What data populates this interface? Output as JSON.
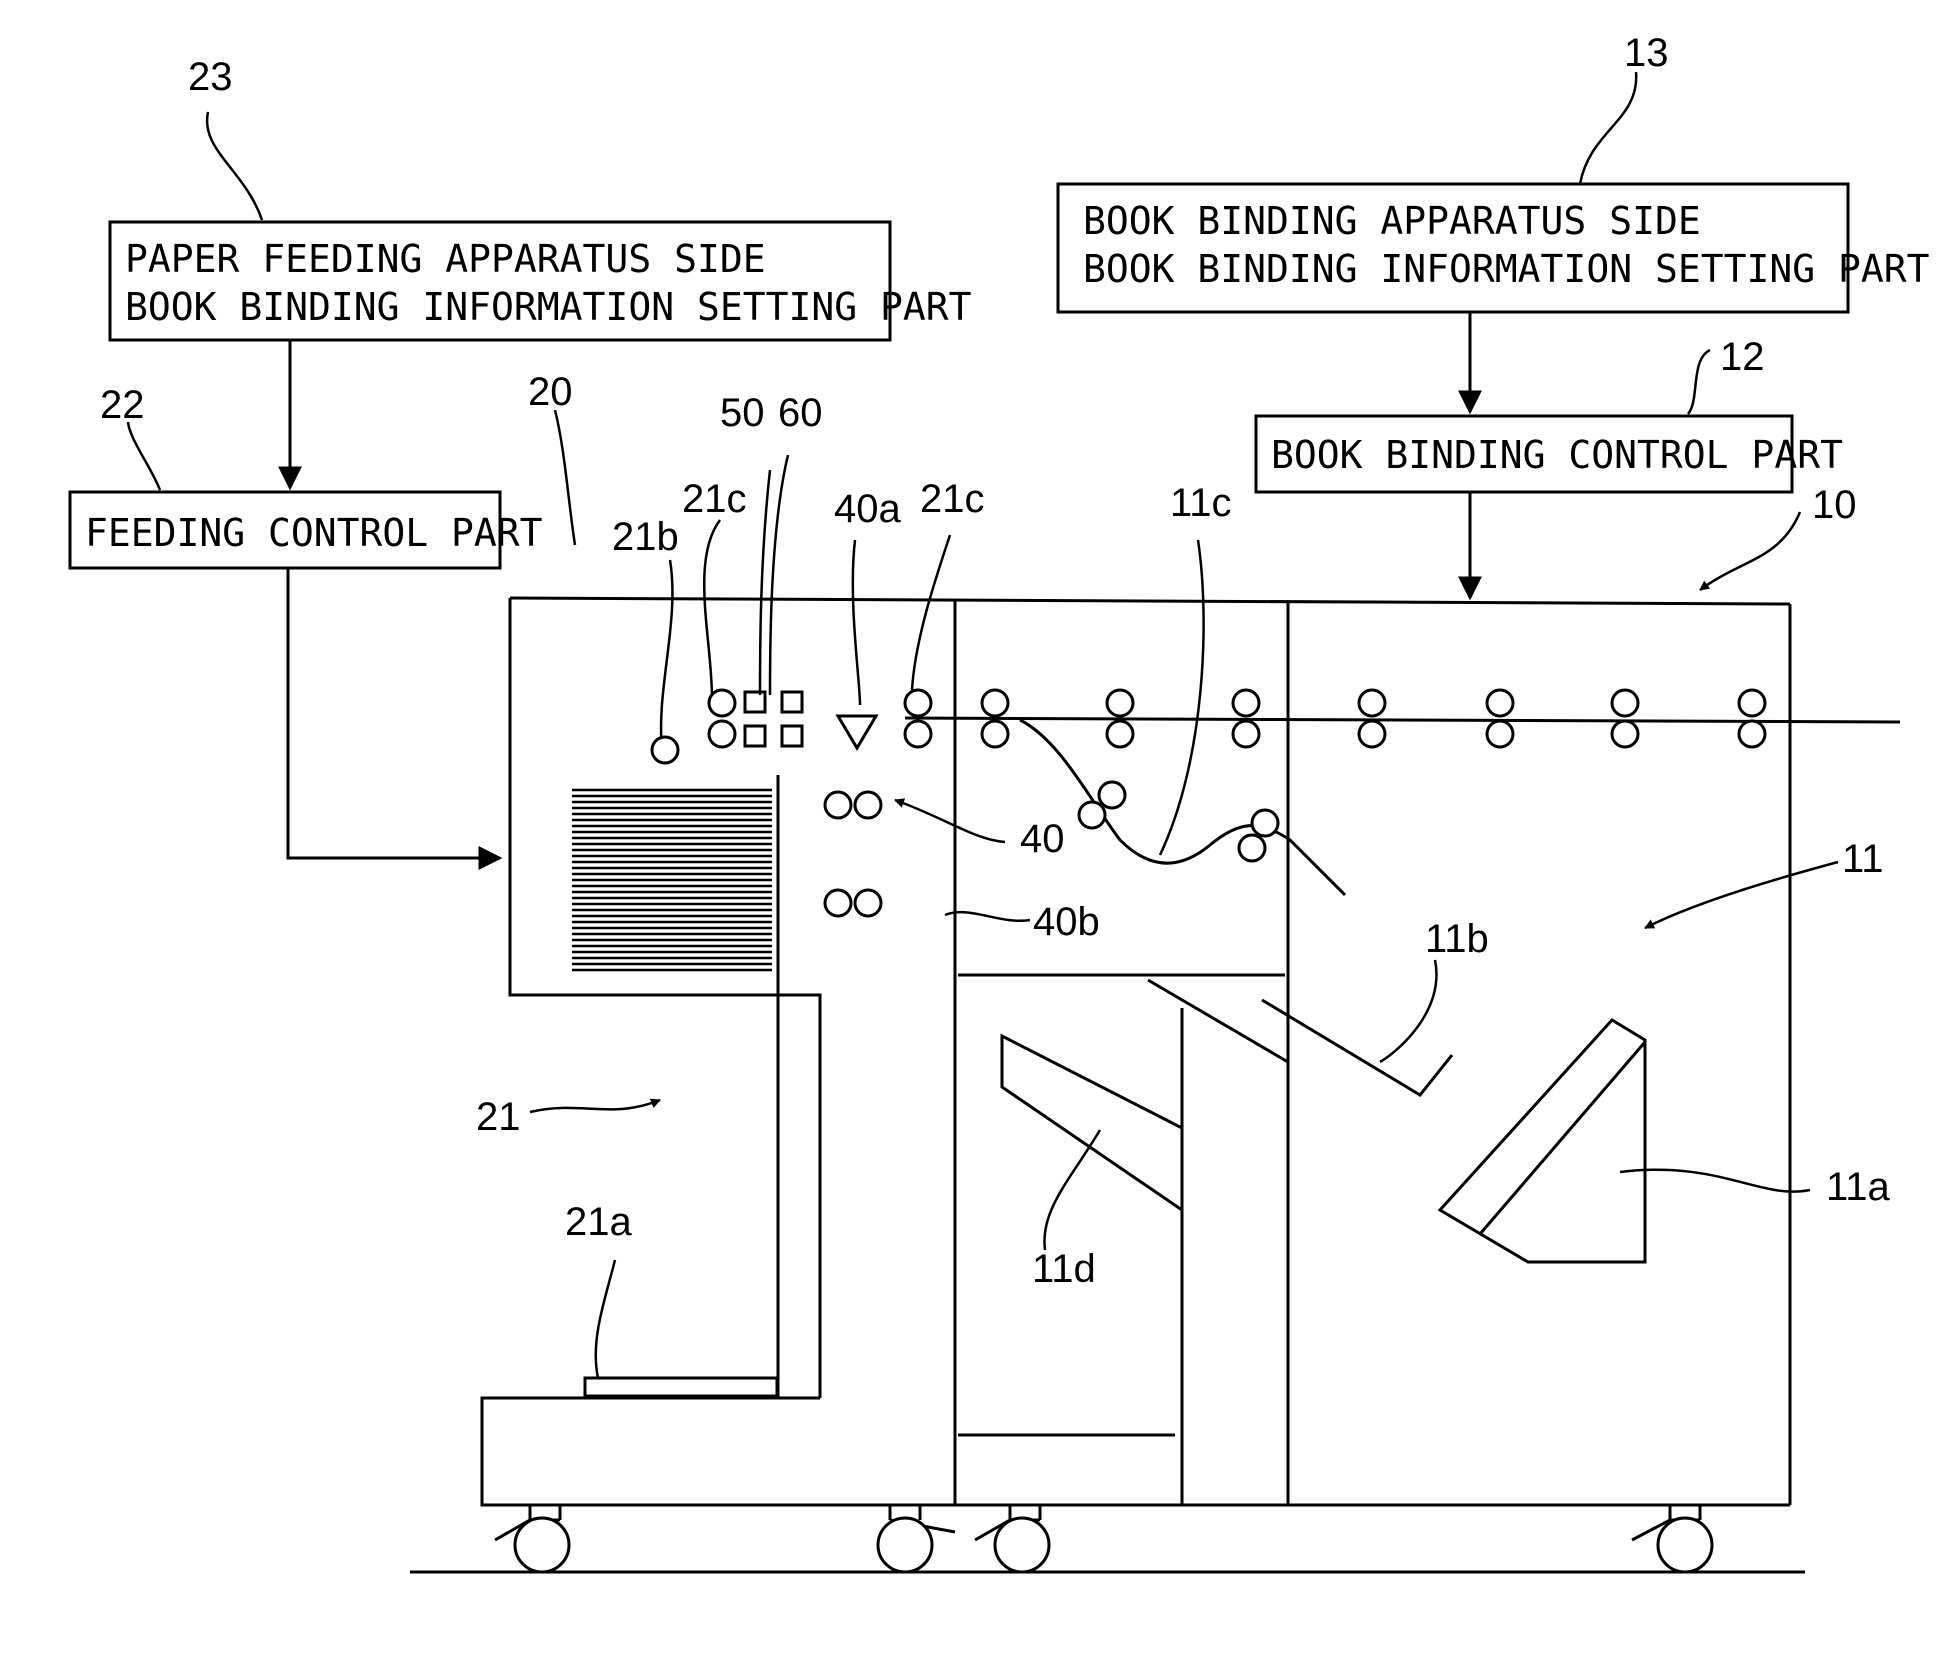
{
  "boxes": {
    "paper_side_line1": "PAPER FEEDING APPARATUS SIDE",
    "paper_side_line2": "BOOK BINDING INFORMATION SETTING PART",
    "binding_side_line1": "BOOK BINDING APPARATUS SIDE",
    "binding_side_line2": "BOOK BINDING INFORMATION SETTING PART",
    "feeding_control": "FEEDING CONTROL PART",
    "binding_control": "BOOK BINDING CONTROL PART"
  },
  "refs": {
    "r23": "23",
    "r13": "13",
    "r22": "22",
    "r12": "12",
    "r20": "20",
    "r10": "10",
    "r50": "50",
    "r60": "60",
    "r21c_left": "21c",
    "r21c_right": "21c",
    "r21b": "21b",
    "r40a": "40a",
    "r11c": "11c",
    "r40": "40",
    "r40b": "40b",
    "r11": "11",
    "r11b": "11b",
    "r21": "21",
    "r11a": "11a",
    "r21a": "21a",
    "r11d": "11d"
  }
}
